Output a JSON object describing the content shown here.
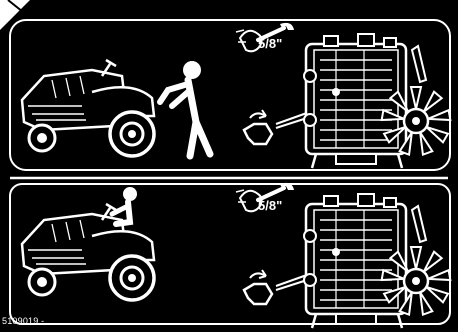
{
  "decal": {
    "panels": [
      {
        "id": "top",
        "wrench_size": "5/8\"",
        "icons": [
          "pushing-tractor-icon",
          "wrench-icon",
          "hex-nut-rotate-icon",
          "transmission-icon"
        ]
      },
      {
        "id": "bottom",
        "wrench_size": "5/8\"",
        "icons": [
          "operator-seated-tractor-icon",
          "wrench-icon",
          "hex-nut-rotate-icon",
          "transmission-icon"
        ]
      }
    ],
    "part_number": "5109019 -",
    "colors": {
      "background": "#000000",
      "foreground": "#ffffff"
    }
  }
}
